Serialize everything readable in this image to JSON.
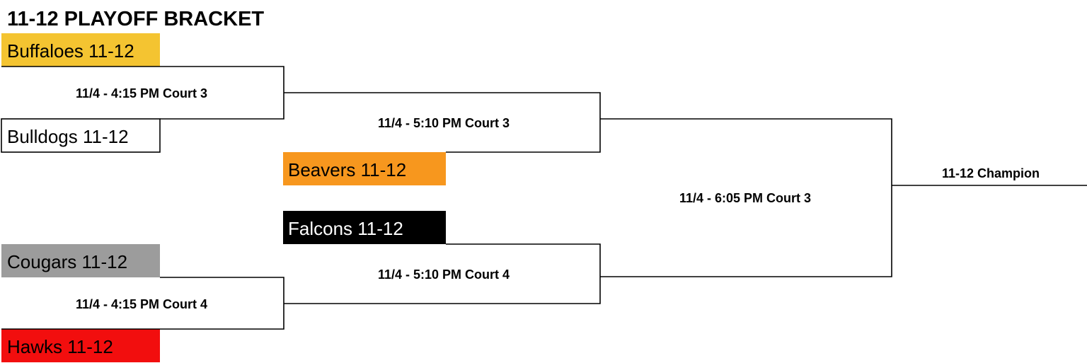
{
  "title": "11-12 PLAYOFF BRACKET",
  "teams": [
    {
      "name": "Buffaloes 11-12",
      "bg": "#f4c431",
      "fg": "#000000"
    },
    {
      "name": "Bulldogs 11-12",
      "bg": "#ffffff",
      "fg": "#000000"
    },
    {
      "name": "Beavers 11-12",
      "bg": "#f7971e",
      "fg": "#000000"
    },
    {
      "name": "Falcons 11-12",
      "bg": "#000000",
      "fg": "#ffffff"
    },
    {
      "name": "Cougars 11-12",
      "bg": "#9c9c9c",
      "fg": "#000000"
    },
    {
      "name": "Hawks 11-12",
      "bg": "#f20e0e",
      "fg": "#000000"
    }
  ],
  "games": [
    {
      "label": "11/4 - 4:15 PM Court 3"
    },
    {
      "label": "11/4 - 5:10 PM Court 3"
    },
    {
      "label": "11/4 - 6:05 PM Court 3"
    },
    {
      "label": "11/4 - 5:10 PM Court 4"
    },
    {
      "label": "11/4 - 4:15 PM Court 4"
    }
  ],
  "champion": {
    "label": "11-12 Champion"
  }
}
